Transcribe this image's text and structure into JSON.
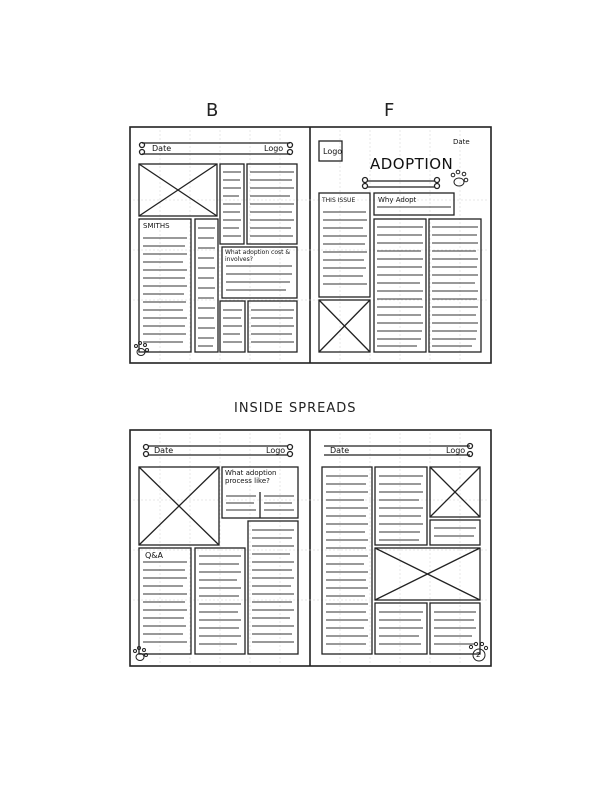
{
  "labels": {
    "back": "B",
    "front": "F",
    "inside": "INSIDE SPREADS"
  },
  "cover": {
    "back": {
      "date": "Date",
      "logo": "Logo",
      "section": "SMITHS",
      "question": "What adoption cost & involves?"
    },
    "front": {
      "logo": "Logo",
      "date": "Date",
      "masthead": "ADOPTION",
      "this_issue": "THIS ISSUE",
      "why_adopt": "Why Adopt"
    }
  },
  "inside": {
    "left": {
      "date": "Date",
      "logo": "Logo",
      "question": "What adoption process like?",
      "qa": "Q&A"
    },
    "right": {
      "date": "Date",
      "logo": "Logo",
      "page_number": "2"
    }
  },
  "icons": [
    "paw-icon",
    "bone-banner-icon"
  ]
}
